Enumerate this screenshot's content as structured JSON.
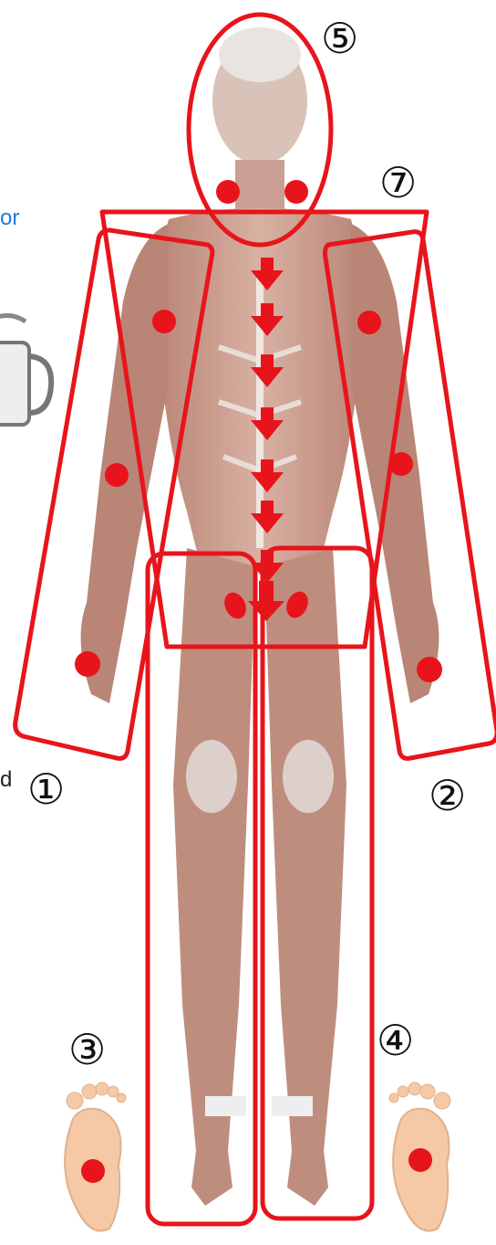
{
  "edge_text": {
    "top": "or",
    "bottom": "d"
  },
  "zone_labels": {
    "left_arm": "①",
    "right_arm": "②",
    "left_leg": "③",
    "right_leg": "④",
    "head": "⑤",
    "torso": "⑦"
  },
  "colors": {
    "outline": "#e8141c",
    "dot": "#e8141c",
    "arrow": "#e8141c",
    "skin": "#c99b8a",
    "muscle_shadow": "#9a6a5c",
    "foot": "#f5c9a6",
    "edge_text_blue": "#1f7ad6"
  },
  "icons": [
    "cup-icon",
    "human-muscle-figure-icon",
    "left-foot-icon",
    "right-foot-icon"
  ]
}
